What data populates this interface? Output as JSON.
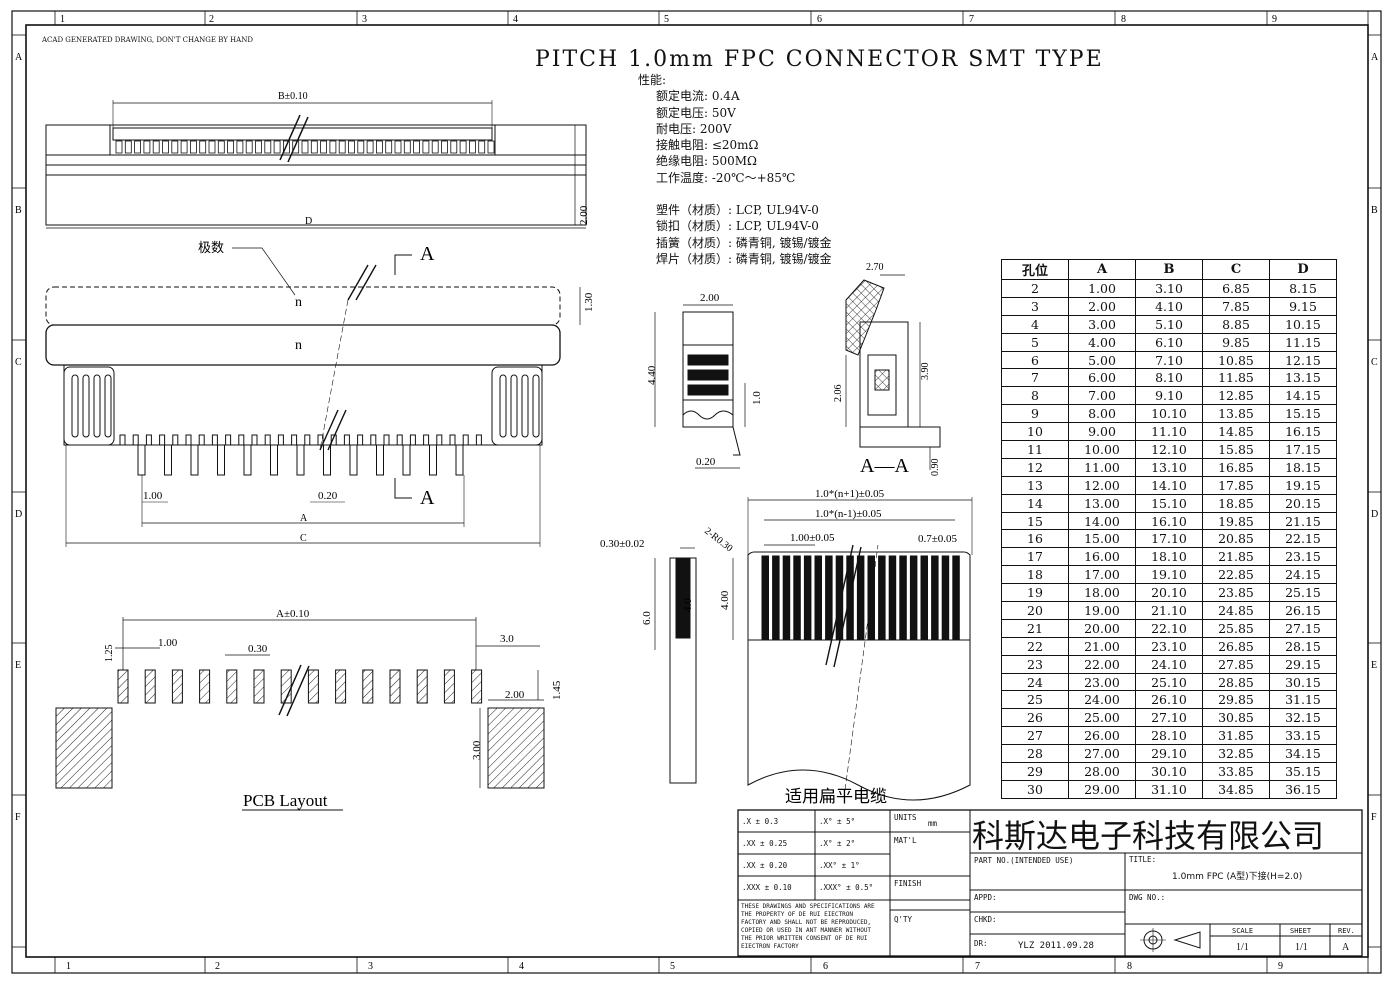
{
  "drawing": {
    "title": "PITCH 1.0mm FPC CONNECTOR SMT TYPE",
    "note": "ACAD GENERATED DRAWING, DON'T CHANGE BY HAND",
    "border_cols": [
      "1",
      "2",
      "3",
      "4",
      "5",
      "6",
      "7",
      "8",
      "9"
    ],
    "border_rows": [
      "A",
      "B",
      "C",
      "D",
      "E",
      "F"
    ]
  },
  "properties": {
    "heading": "性能:",
    "items": [
      "额定电流: 0.4A",
      "额定电压: 50V",
      "耐电压: 200V",
      "接触电阻: ≤20mΩ",
      "绝缘电阻: 500MΩ",
      "工作温度: -20℃～+85℃"
    ]
  },
  "materials": [
    "塑件（材质）: LCP, UL94V-0",
    "锁扣（材质）: LCP, UL94V-0",
    "插簧（材质）: 磷青铜, 镀锡/镀金",
    "焊片（材质）: 磷青铜, 镀锡/镀金"
  ],
  "dims": {
    "b_tol": "B±0.10",
    "d": "D",
    "h200": "2.00",
    "pole": "极数",
    "sec_a": "A",
    "n": "n",
    "h130": "1.30",
    "w100": "1.00",
    "w020": "0.20",
    "dim_a": "A",
    "dim_c": "C",
    "side_200": "2.00",
    "side_440": "4.40",
    "side_10": "1.0",
    "side_020": "0.20",
    "sec_270": "2.70",
    "sec_206": "2.06",
    "sec_390": "3.90",
    "sec_090": "0.90",
    "sec_label": "A—A",
    "pcb_a": "A±0.10",
    "pcb_125": "1.25",
    "pcb_100": "1.00",
    "pcb_030": "0.30",
    "pcb_30": "3.0",
    "pcb_200": "2.00",
    "pcb_145": "1.45",
    "pcb_300": "3.00",
    "pcb_label": "PCB Layout",
    "fpc_thk": "0.30±0.02",
    "fpc_60": "6.0",
    "fpc_40": "4.0",
    "fpc_n1": "1.0*(n+1)±0.05",
    "fpc_n_1": "1.0*(n-1)±0.05",
    "fpc_r": "2-R0.30",
    "fpc_pitch": "1.00±0.05",
    "fpc_w": "0.7±0.05",
    "fpc_400": "4.00",
    "fpc_label": "适用扁平电缆"
  },
  "pin_table": {
    "headers": [
      "孔位",
      "A",
      "B",
      "C",
      "D"
    ],
    "rows": [
      [
        "2",
        "1.00",
        "3.10",
        "6.85",
        "8.15"
      ],
      [
        "3",
        "2.00",
        "4.10",
        "7.85",
        "9.15"
      ],
      [
        "4",
        "3.00",
        "5.10",
        "8.85",
        "10.15"
      ],
      [
        "5",
        "4.00",
        "6.10",
        "9.85",
        "11.15"
      ],
      [
        "6",
        "5.00",
        "7.10",
        "10.85",
        "12.15"
      ],
      [
        "7",
        "6.00",
        "8.10",
        "11.85",
        "13.15"
      ],
      [
        "8",
        "7.00",
        "9.10",
        "12.85",
        "14.15"
      ],
      [
        "9",
        "8.00",
        "10.10",
        "13.85",
        "15.15"
      ],
      [
        "10",
        "9.00",
        "11.10",
        "14.85",
        "16.15"
      ],
      [
        "11",
        "10.00",
        "12.10",
        "15.85",
        "17.15"
      ],
      [
        "12",
        "11.00",
        "13.10",
        "16.85",
        "18.15"
      ],
      [
        "13",
        "12.00",
        "14.10",
        "17.85",
        "19.15"
      ],
      [
        "14",
        "13.00",
        "15.10",
        "18.85",
        "20.15"
      ],
      [
        "15",
        "14.00",
        "16.10",
        "19.85",
        "21.15"
      ],
      [
        "16",
        "15.00",
        "17.10",
        "20.85",
        "22.15"
      ],
      [
        "17",
        "16.00",
        "18.10",
        "21.85",
        "23.15"
      ],
      [
        "18",
        "17.00",
        "19.10",
        "22.85",
        "24.15"
      ],
      [
        "19",
        "18.00",
        "20.10",
        "23.85",
        "25.15"
      ],
      [
        "20",
        "19.00",
        "21.10",
        "24.85",
        "26.15"
      ],
      [
        "21",
        "20.00",
        "22.10",
        "25.85",
        "27.15"
      ],
      [
        "22",
        "21.00",
        "23.10",
        "26.85",
        "28.15"
      ],
      [
        "23",
        "22.00",
        "24.10",
        "27.85",
        "29.15"
      ],
      [
        "24",
        "23.00",
        "25.10",
        "28.85",
        "30.15"
      ],
      [
        "25",
        "24.00",
        "26.10",
        "29.85",
        "31.15"
      ],
      [
        "26",
        "25.00",
        "27.10",
        "30.85",
        "32.15"
      ],
      [
        "27",
        "26.00",
        "28.10",
        "31.85",
        "33.15"
      ],
      [
        "28",
        "27.00",
        "29.10",
        "32.85",
        "34.15"
      ],
      [
        "29",
        "28.00",
        "30.10",
        "33.85",
        "35.15"
      ],
      [
        "30",
        "29.00",
        "31.10",
        "34.85",
        "36.15"
      ]
    ]
  },
  "title_block": {
    "tol": [
      ".X ± 0.3",
      ".XX ± 0.25",
      ".XX ± 0.20",
      ".XXX ± 0.10"
    ],
    "ang": [
      ".X° ± 5°",
      ".X° ± 2°",
      ".XX° ± 1°",
      ".XXX° ± 0.5°"
    ],
    "units_label": "UNITS",
    "units": "mm",
    "matl": "MAT'L",
    "finish": "FINISH",
    "qty": "Q'TY",
    "disclaimer": [
      "THESE DRAWINGS AND SPECIFICATIONS ARE",
      "THE PROPERTY OF DE RUI EIECTRON",
      "FACTORY AND SHALL NOT BE REPRODUCED,",
      "COPIED OR USED IN ANT MANNER WITHOUT",
      "THE PRIOR WRITTEN CONSENT OF DE RUI",
      "EIECTRON FACTORY"
    ],
    "company": "科斯达电子科技有限公司",
    "part_no": "PART NO.(INTENDED USE)",
    "title_label": "TITLE:",
    "title_value": "1.0mm  FPC (A型)下接(H=2.0)",
    "appd": "APPD:",
    "chkd": "CHKD:",
    "dr": "DR:",
    "dr_value": "YLZ 2011.09.28",
    "dwg_no": "DWG NO.:",
    "scale_label": "SCALE",
    "scale": "1/1",
    "sheet_label": "SHEET",
    "sheet": "1/1",
    "rev_label": "REV.",
    "rev": "A"
  }
}
